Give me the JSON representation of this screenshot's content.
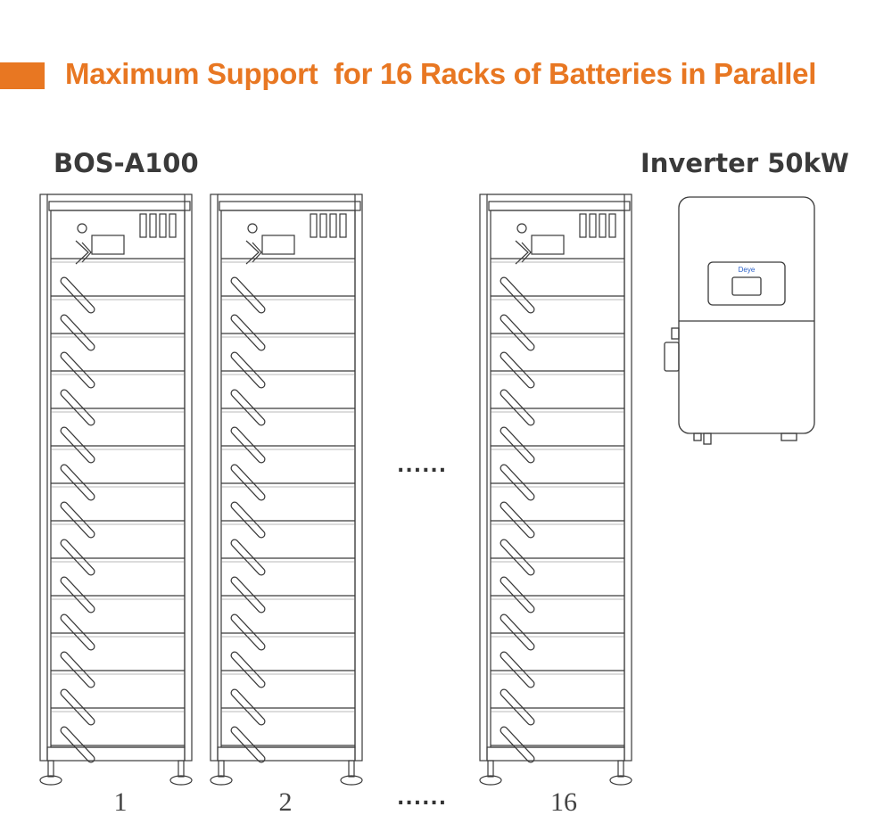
{
  "headline": "Maximum Support  for 16 Racks of Batteries in Parallel",
  "accent_color": "#e87722",
  "battery": {
    "model": "BOS-A100"
  },
  "inverter": {
    "label": "Inverter 50kW",
    "brand": "Deye"
  },
  "racks": [
    {
      "number": "1"
    },
    {
      "number": "2"
    },
    {
      "number": "16"
    }
  ],
  "ellipsis": "......",
  "icons": {
    "battery_rack": "battery-rack-icon",
    "inverter": "inverter-icon"
  }
}
